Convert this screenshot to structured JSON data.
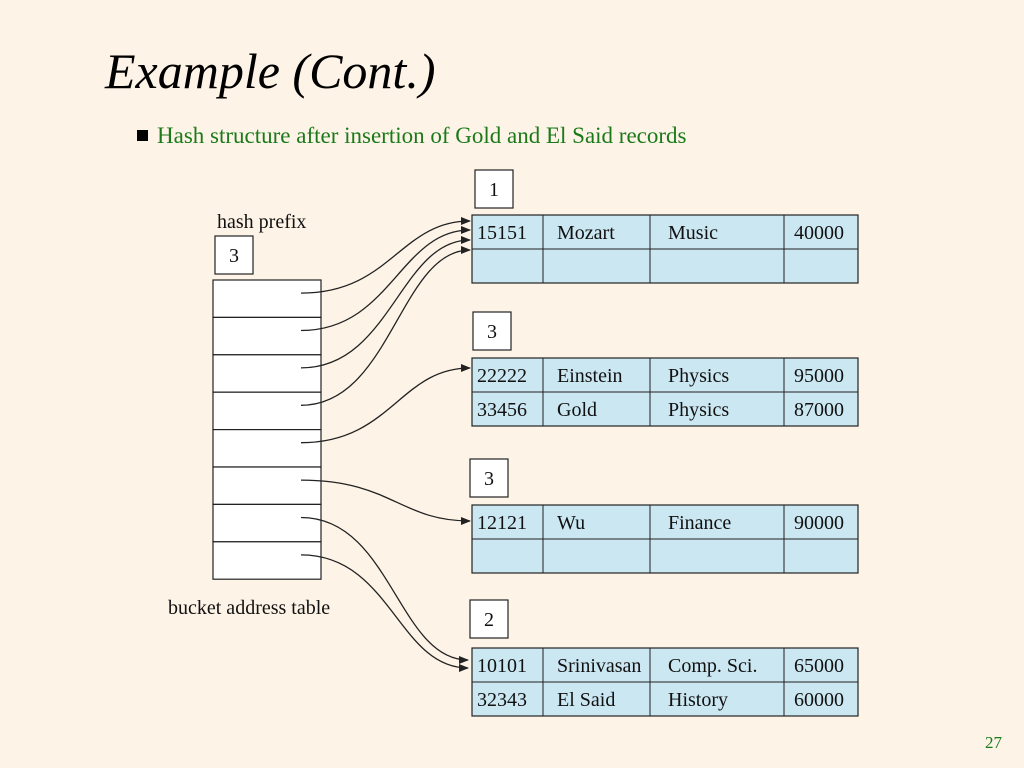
{
  "slide": {
    "title": "Example (Cont.)",
    "bullet": "Hash structure after  insertion of Gold and El Said records",
    "page_number": "27"
  },
  "diagram": {
    "hash_prefix_label": "hash prefix",
    "hash_prefix_value": "3",
    "bucket_table_label": "bucket address table",
    "bucket_table_entries": 8,
    "buckets": [
      {
        "local_depth": "1",
        "records": [
          [
            "15151",
            "Mozart",
            "Music",
            "40000"
          ],
          [
            "",
            "",
            "",
            ""
          ]
        ]
      },
      {
        "local_depth": "3",
        "records": [
          [
            "22222",
            "Einstein",
            "Physics",
            "95000"
          ],
          [
            "33456",
            "Gold",
            "Physics",
            "87000"
          ]
        ]
      },
      {
        "local_depth": "3",
        "records": [
          [
            "12121",
            "Wu",
            "Finance",
            "90000"
          ],
          [
            "",
            "",
            "",
            ""
          ]
        ]
      },
      {
        "local_depth": "2",
        "records": [
          [
            "10101",
            "Srinivasan",
            "Comp. Sci.",
            "65000"
          ],
          [
            "32343",
            "El Said",
            "History",
            "60000"
          ]
        ]
      }
    ],
    "pointers": [
      0,
      0,
      0,
      0,
      1,
      2,
      3,
      3
    ],
    "colors": {
      "bucket_fill": "#cbe7f2",
      "title_text": "#000000",
      "bullet_text": "#1a7a1a",
      "background": "#fdf3e6"
    }
  }
}
